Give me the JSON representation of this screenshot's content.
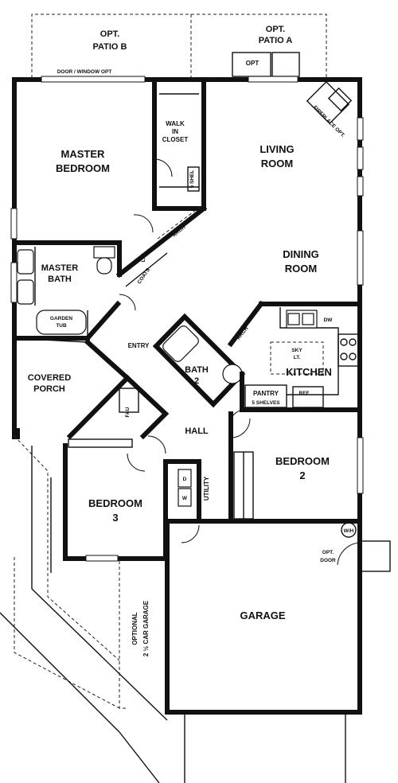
{
  "floor_plan": {
    "patios": {
      "patio_b": [
        "OPT.",
        "PATIO B"
      ],
      "patio_a": [
        "OPT.",
        "PATIO A"
      ],
      "patio_a_opt": "OPT",
      "door_window_opt": "DOOR / WINDOW OPT",
      "fireplace_opt": "FIREPLACE OPT."
    },
    "rooms": {
      "master_bedroom": [
        "MASTER",
        "BEDROOM"
      ],
      "walk_in_closet": [
        "WALK",
        "IN",
        "CLOSET"
      ],
      "shelves_small": "5 SHEL",
      "living_room": [
        "LIVING",
        "ROOM"
      ],
      "dining_room": [
        "DINING",
        "ROOM"
      ],
      "master_bath": [
        "MASTER",
        "BATH"
      ],
      "garden_tub": [
        "GARDEN",
        "TUB"
      ],
      "linen": "LIN",
      "coats": "COATS",
      "arch_upper": "ARCH",
      "arch_kitchen": "ARCH",
      "entry": "ENTRY",
      "bath_2": [
        "BATH",
        "2"
      ],
      "kitchen": "KITCHEN",
      "skylight": [
        "SKY",
        "LT."
      ],
      "dishwasher": "DW",
      "pantry": "PANTRY",
      "pantry_shelves": "5 SHELVES",
      "refrigerator": "REF",
      "covered_porch": [
        "COVERED",
        "PORCH"
      ],
      "fau": "FAU",
      "hall": "HALL",
      "bedroom_2": [
        "BEDROOM",
        "2"
      ],
      "bedroom_3": [
        "BEDROOM",
        "3"
      ],
      "dryer": "D",
      "washer": "W",
      "utility": "UTILITY",
      "water_heater": "W/H",
      "opt_door": [
        "OPT.",
        "DOOR"
      ],
      "garage": "GARAGE",
      "optional_garage": [
        "OPTIONAL",
        "2 ½ CAR GARAGE"
      ]
    }
  }
}
